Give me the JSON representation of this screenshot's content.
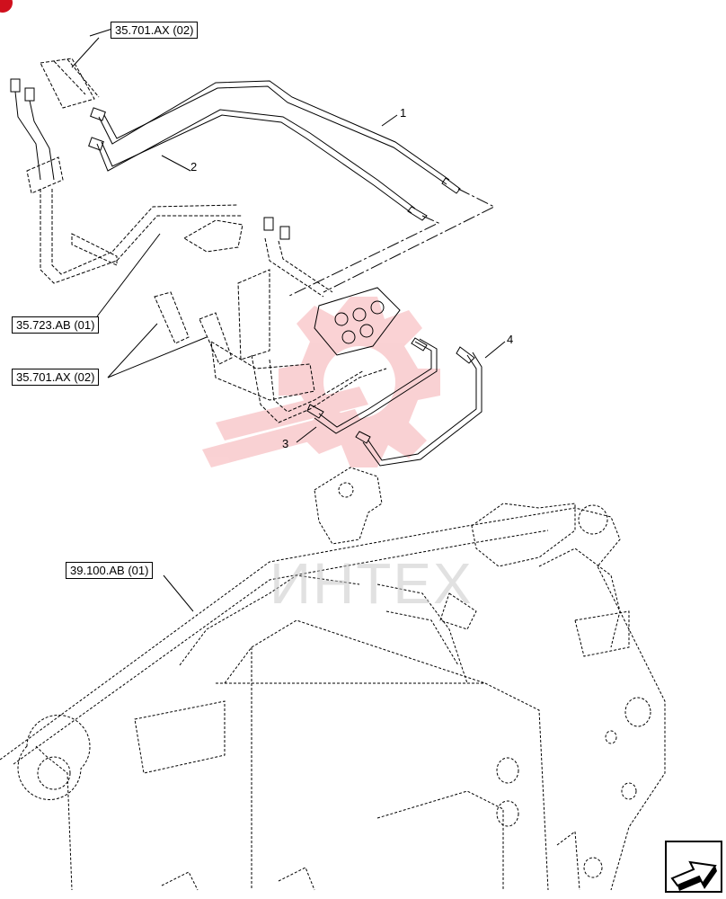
{
  "references": {
    "ref_top": "35.701.AX (02)",
    "ref_valve": "35.723.AB (01)",
    "ref_mid": "35.701.AX (02)",
    "ref_frame": "39.100.AB (01)"
  },
  "callouts": [
    "1",
    "2",
    "3",
    "4"
  ],
  "watermark": {
    "text": "ИНТЕХ",
    "color": "#e8323c"
  },
  "colors": {
    "line": "#000000",
    "accent": "#d0101d"
  },
  "icons": {
    "navigation": "next-page-arrow-icon",
    "corner": "corner-badge-icon"
  }
}
